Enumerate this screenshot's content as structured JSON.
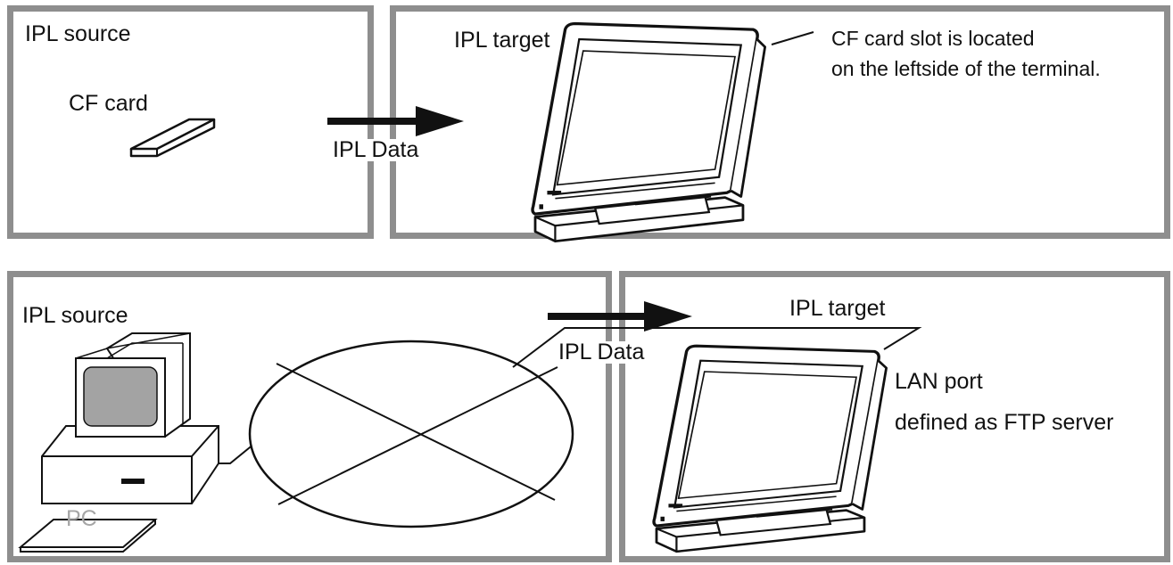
{
  "top": {
    "source_label": "IPL source",
    "card_label": "CF card",
    "data_label": "IPL Data",
    "target_label": "IPL target",
    "note_line1": "CF card slot is located",
    "note_line2": "on the leftside of the terminal."
  },
  "bottom": {
    "source_label": "IPL source",
    "pc_label": "PC",
    "data_label": "IPL Data",
    "target_label": "IPL target",
    "lan_label": "LAN port",
    "ftp_label": "defined as FTP server"
  },
  "colors": {
    "frame": "#8e8e8e",
    "ink": "#111111",
    "screen_grey": "#a3a3a3",
    "pc_text": "#a6a6a6"
  }
}
